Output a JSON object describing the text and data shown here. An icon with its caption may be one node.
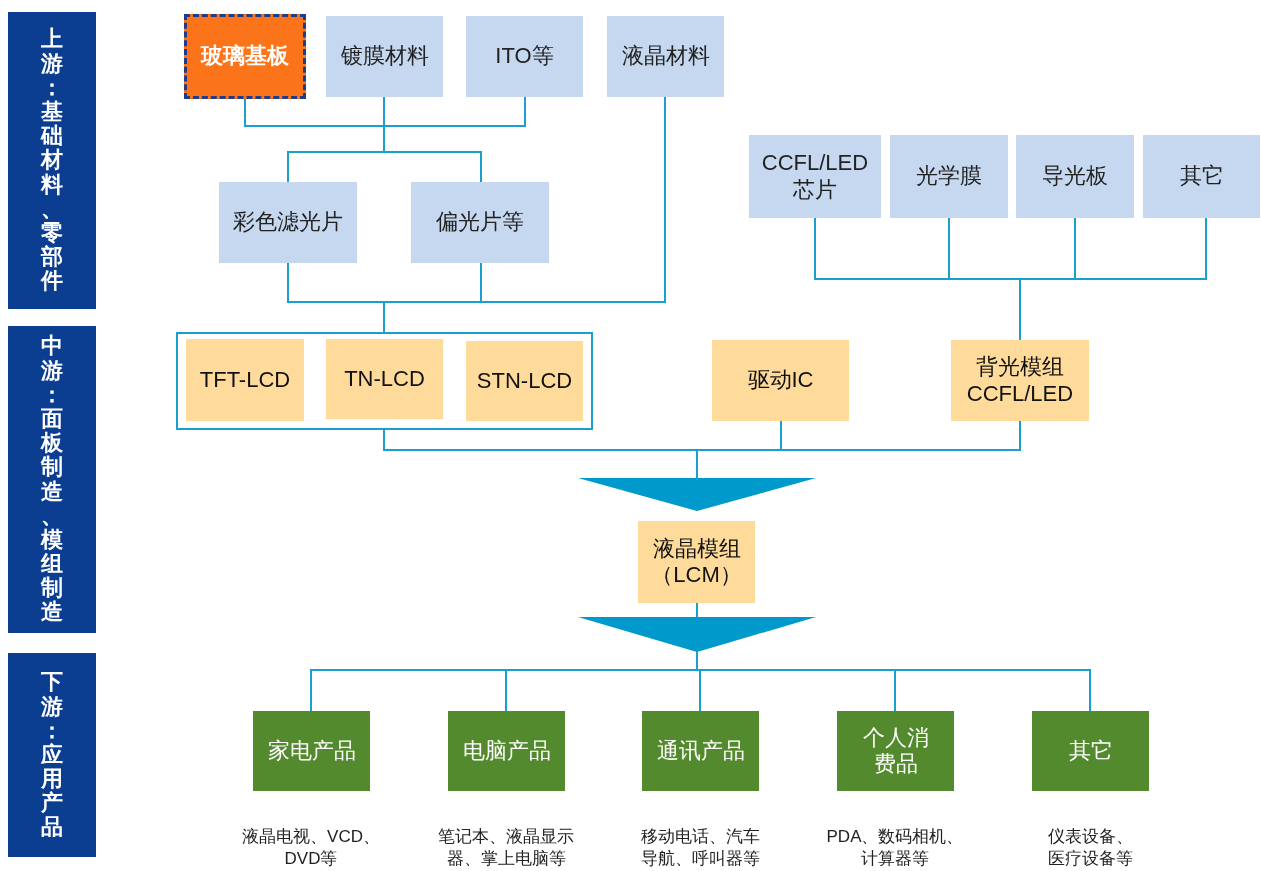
{
  "diagram": {
    "nodes": [
      {
        "text": [
          "上游：基础材料、零部件"
        ]
      },
      {
        "text": [
          "中游：面板制造、模组制造"
        ]
      },
      {
        "text": [
          "下游：应用产品"
        ]
      },
      {
        "text": [
          "玻璃基板"
        ]
      },
      {
        "text": [
          "镀膜材料"
        ]
      },
      {
        "text": [
          "ITO等"
        ]
      },
      {
        "text": [
          "液晶材料"
        ]
      },
      {
        "text": [
          "彩色滤光片"
        ]
      },
      {
        "text": [
          "偏光片等"
        ]
      },
      {
        "text": [
          "CCFL/LED芯片"
        ]
      },
      {
        "text": [
          "光学膜"
        ]
      },
      {
        "text": [
          "导光板"
        ]
      },
      {
        "text": [
          "其它"
        ]
      },
      {
        "text": [],
        "shape": "box"
      },
      {
        "text": [
          "TFT-LCD"
        ],
        "in": 13
      },
      {
        "text": [
          "TN-LCD"
        ],
        "in": 13
      },
      {
        "text": [
          "STN-LCD"
        ],
        "in": 13
      },
      {
        "text": [
          "驱动IC"
        ]
      },
      {
        "text": [
          "背光模组CCFL/LED"
        ]
      },
      {
        "text": [],
        "shape": "triangle"
      },
      {
        "text": [
          "液晶模组（LCM）"
        ]
      },
      {
        "text": [],
        "shape": "triangle"
      },
      {
        "text": [
          "家电产品"
        ],
        "beside": [
          "液晶电视、VCD、DVD等"
        ]
      },
      {
        "text": [
          "电脑产品"
        ],
        "beside": [
          "笔记本、液晶显示器、掌上电脑等"
        ]
      },
      {
        "text": [
          "通讯产品"
        ],
        "beside": [
          "移动电话、汽车导航、呼叫器等"
        ]
      },
      {
        "text": [
          "个人消费品"
        ],
        "beside": [
          "PDA、数码相机、计算器等"
        ]
      },
      {
        "text": [
          "其它"
        ],
        "beside": [
          "仪表设备、医疗设备等"
        ]
      }
    ],
    "edges": [
      {
        "from": 3,
        "to": 7,
        "arrow": "none"
      },
      {
        "from": 3,
        "to": 8,
        "arrow": "none"
      },
      {
        "from": 4,
        "to": 7,
        "arrow": "none"
      },
      {
        "from": 4,
        "to": 8,
        "arrow": "none"
      },
      {
        "from": 5,
        "to": 7,
        "arrow": "none"
      },
      {
        "from": 5,
        "to": 8,
        "arrow": "none"
      },
      {
        "from": 7,
        "to": 13,
        "arrow": "none"
      },
      {
        "from": 8,
        "to": 13,
        "arrow": "none"
      },
      {
        "from": 6,
        "to": 13,
        "arrow": "none"
      },
      {
        "from": 9,
        "to": 18,
        "arrow": "none"
      },
      {
        "from": 10,
        "to": 18,
        "arrow": "none"
      },
      {
        "from": 11,
        "to": 18,
        "arrow": "none"
      },
      {
        "from": 12,
        "to": 18,
        "arrow": "none"
      },
      {
        "from": 13,
        "to": 19,
        "arrow": "none"
      },
      {
        "from": 17,
        "to": 19,
        "arrow": "none"
      },
      {
        "from": 18,
        "to": 19,
        "arrow": "none"
      },
      {
        "from": 20,
        "to": 21,
        "arrow": "none"
      },
      {
        "from": 21,
        "to": 22,
        "arrow": "none"
      },
      {
        "from": 21,
        "to": 23,
        "arrow": "none"
      },
      {
        "from": 21,
        "to": 24,
        "arrow": "none"
      },
      {
        "from": 21,
        "to": 25,
        "arrow": "none"
      },
      {
        "from": 21,
        "to": 26,
        "arrow": "none"
      }
    ]
  }
}
